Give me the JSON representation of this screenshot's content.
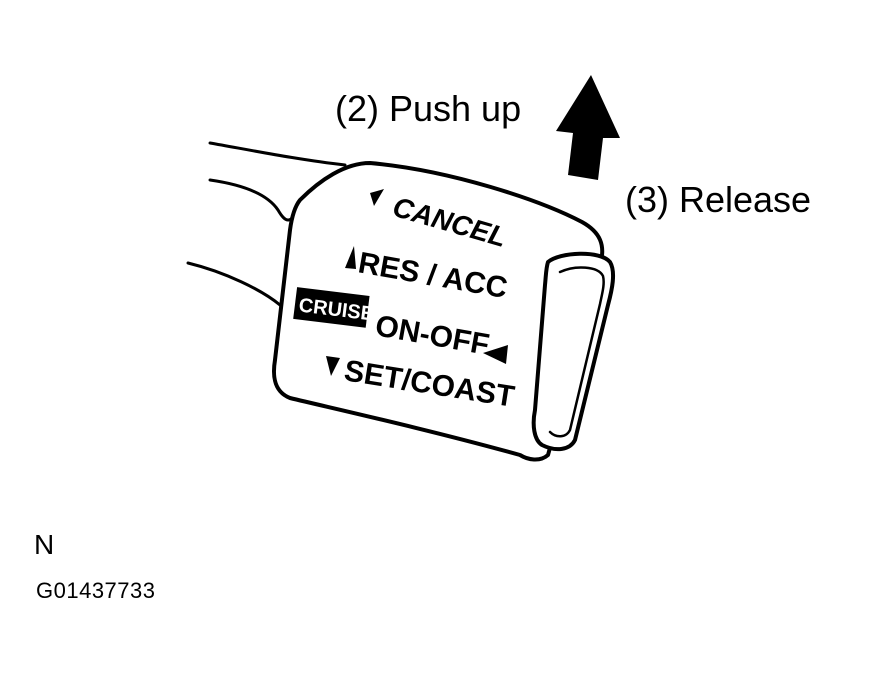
{
  "callouts": {
    "push_up": "(2) Push up",
    "release": "(3) Release"
  },
  "lever_labels": {
    "cancel": "CANCEL",
    "res_acc": "RES / ACC",
    "cruise_badge": "CRUISE",
    "on_off": "ON-OFF",
    "set_coast": "SET/COAST"
  },
  "footer": {
    "view_code": "N",
    "figure_id": "G01437733"
  },
  "icons": {
    "direction_arrow": "arrow-up-icon",
    "cancel_marker": "triangle-down-left-icon",
    "res_marker": "triangle-up-icon",
    "onoff_marker": "triangle-left-icon",
    "set_marker": "triangle-down-icon"
  },
  "colors": {
    "ink": "#000000",
    "paper": "#ffffff"
  }
}
